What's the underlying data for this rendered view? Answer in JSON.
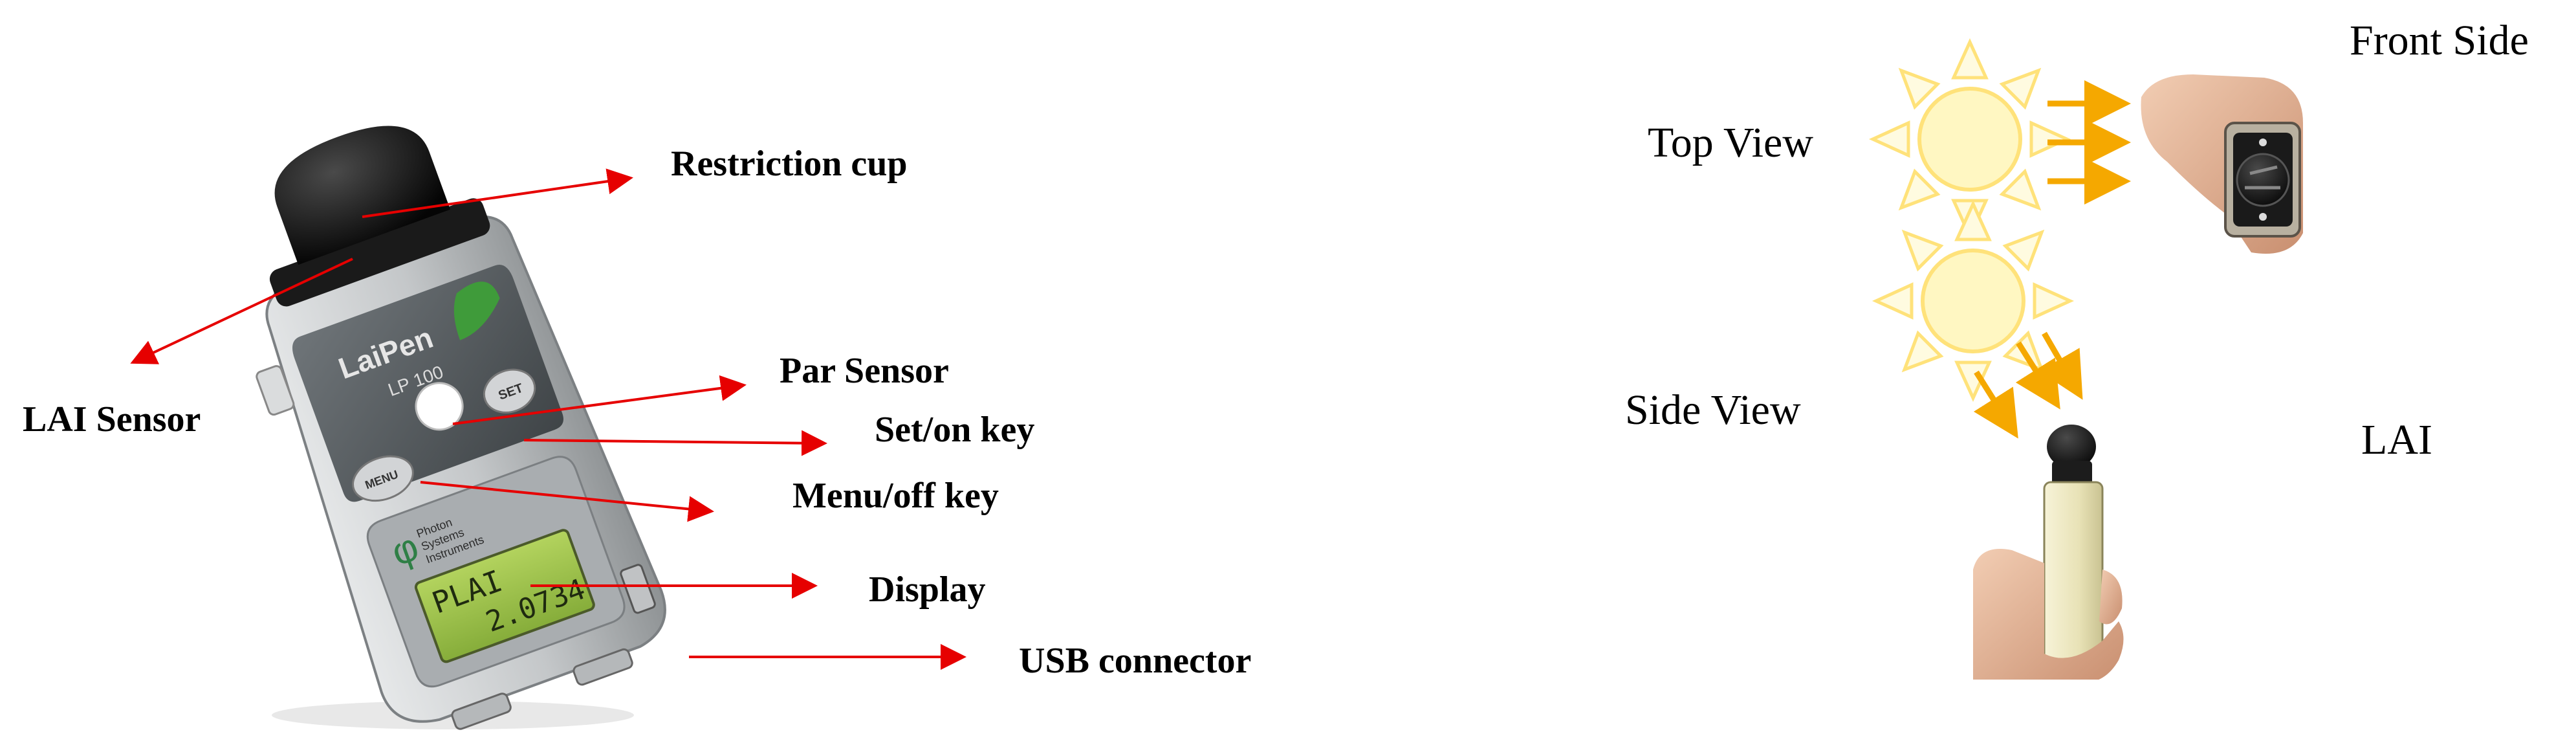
{
  "device": {
    "brand": "LaiPen",
    "model": "LP 100",
    "set_key": "SET",
    "menu_key": "MENU",
    "maker": [
      "Photon",
      "Systems",
      "Instruments"
    ],
    "display_line1": "PLAI",
    "display_line2": "2.0734"
  },
  "callouts": {
    "restriction_cup": "Restriction cup",
    "lai_sensor": "LAI Sensor",
    "par_sensor": "Par Sensor",
    "set_on_key": "Set/on key",
    "menu_off_key": "Menu/off key",
    "display": "Display",
    "usb_connector": "USB connector"
  },
  "views": {
    "front_side": "Front Side",
    "top_view": "Top View",
    "side_view": "Side View",
    "lai": "LAI"
  },
  "colors": {
    "arrow_red": "#e60000",
    "sun_yellow": "#ffe98a",
    "ray_orange": "#f5a800",
    "device_body": "#c9ccce",
    "device_cap": "#141414",
    "lcd_green": "#9bc24a"
  }
}
